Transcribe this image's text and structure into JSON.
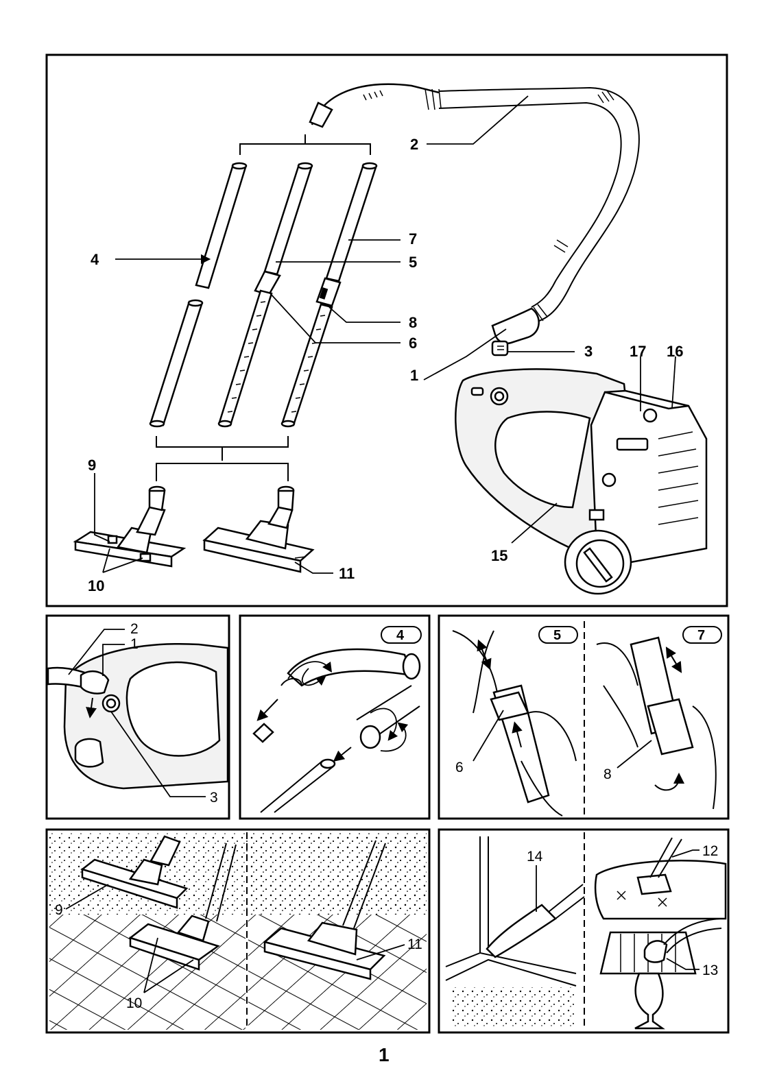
{
  "page_number": "1",
  "main_panel": {
    "labels": {
      "hose_grip": "1",
      "hose": "2",
      "hose_connector": "3",
      "extension_tubes": "4",
      "telescopic_tube": "5",
      "telescopic_button_6": "6",
      "telescopic_tube_b": "7",
      "telescopic_sleeve": "8",
      "floor_nozzle_combi": "9",
      "nozzle_switch": "10",
      "floor_nozzle_parquet": "11",
      "cover_15": "15",
      "part_16": "16",
      "part_17": "17"
    }
  },
  "step_hose_connect": {
    "labels": {
      "hose": "2",
      "grip": "1",
      "socket": "3"
    }
  },
  "step_tubes": {
    "badge": "4"
  },
  "step_telescopic": {
    "badge_left": "5",
    "badge_right": "7",
    "label_button": "6",
    "label_sleeve": "8"
  },
  "step_floor": {
    "label_combi": "9",
    "label_switch": "10",
    "label_parquet": "11"
  },
  "step_accessories": {
    "label_crevice": "14",
    "label_upholstery": "12",
    "label_brush": "13"
  }
}
